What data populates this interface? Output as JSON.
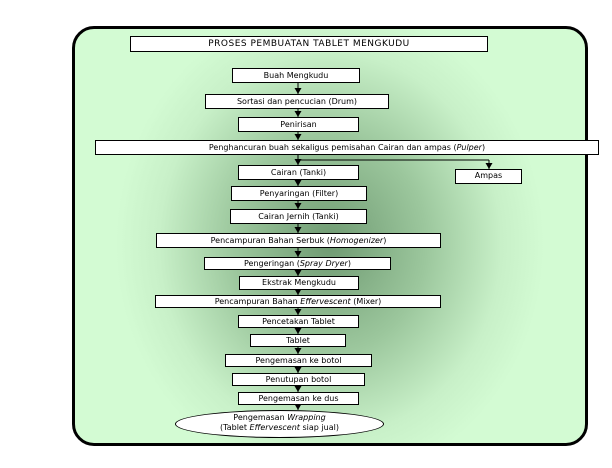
{
  "title": "PROSES  PEMBUATAN  TABLET MENGKUDU",
  "steps": [
    {
      "pre": "Buah Mengkudu",
      "it": "",
      "post": ""
    },
    {
      "pre": "Sortasi dan pencucian (Drum)",
      "it": "",
      "post": ""
    },
    {
      "pre": "Penirisan",
      "it": "",
      "post": ""
    },
    {
      "pre": "Penghancuran buah sekaligus pemisahan Cairan dan ampas (",
      "it": "Pulper",
      "post": ")"
    },
    {
      "pre": "Cairan (Tanki)",
      "it": "",
      "post": ""
    },
    {
      "pre": "Penyaringan (Filter)",
      "it": "",
      "post": ""
    },
    {
      "pre": "Cairan Jernih (Tanki)",
      "it": "",
      "post": ""
    },
    {
      "pre": "Pencampuran Bahan Serbuk (",
      "it": "Homogenizer",
      "post": ")"
    },
    {
      "pre": "Pengeringan (",
      "it": "Spray Dryer",
      "post": ")"
    },
    {
      "pre": "Ekstrak Mengkudu",
      "it": "",
      "post": ""
    },
    {
      "pre": "Pencampuran Bahan ",
      "it": "Effervescent",
      "post": " (Mixer)"
    },
    {
      "pre": "Pencetakan Tablet",
      "it": "",
      "post": ""
    },
    {
      "pre": "Tablet",
      "it": "",
      "post": ""
    },
    {
      "pre": "Pengemasan ke botol",
      "it": "",
      "post": ""
    },
    {
      "pre": "Penutupan botol",
      "it": "",
      "post": ""
    },
    {
      "pre": "Pengemasan ke dus",
      "it": "",
      "post": ""
    }
  ],
  "side": {
    "label": "Ampas"
  },
  "final": {
    "line1_pre": "Pengemasan ",
    "line1_it": "Wrapping",
    "line2_pre": "(Tablet ",
    "line2_it": "Effervescent",
    "line2_post": " siap jual)"
  }
}
